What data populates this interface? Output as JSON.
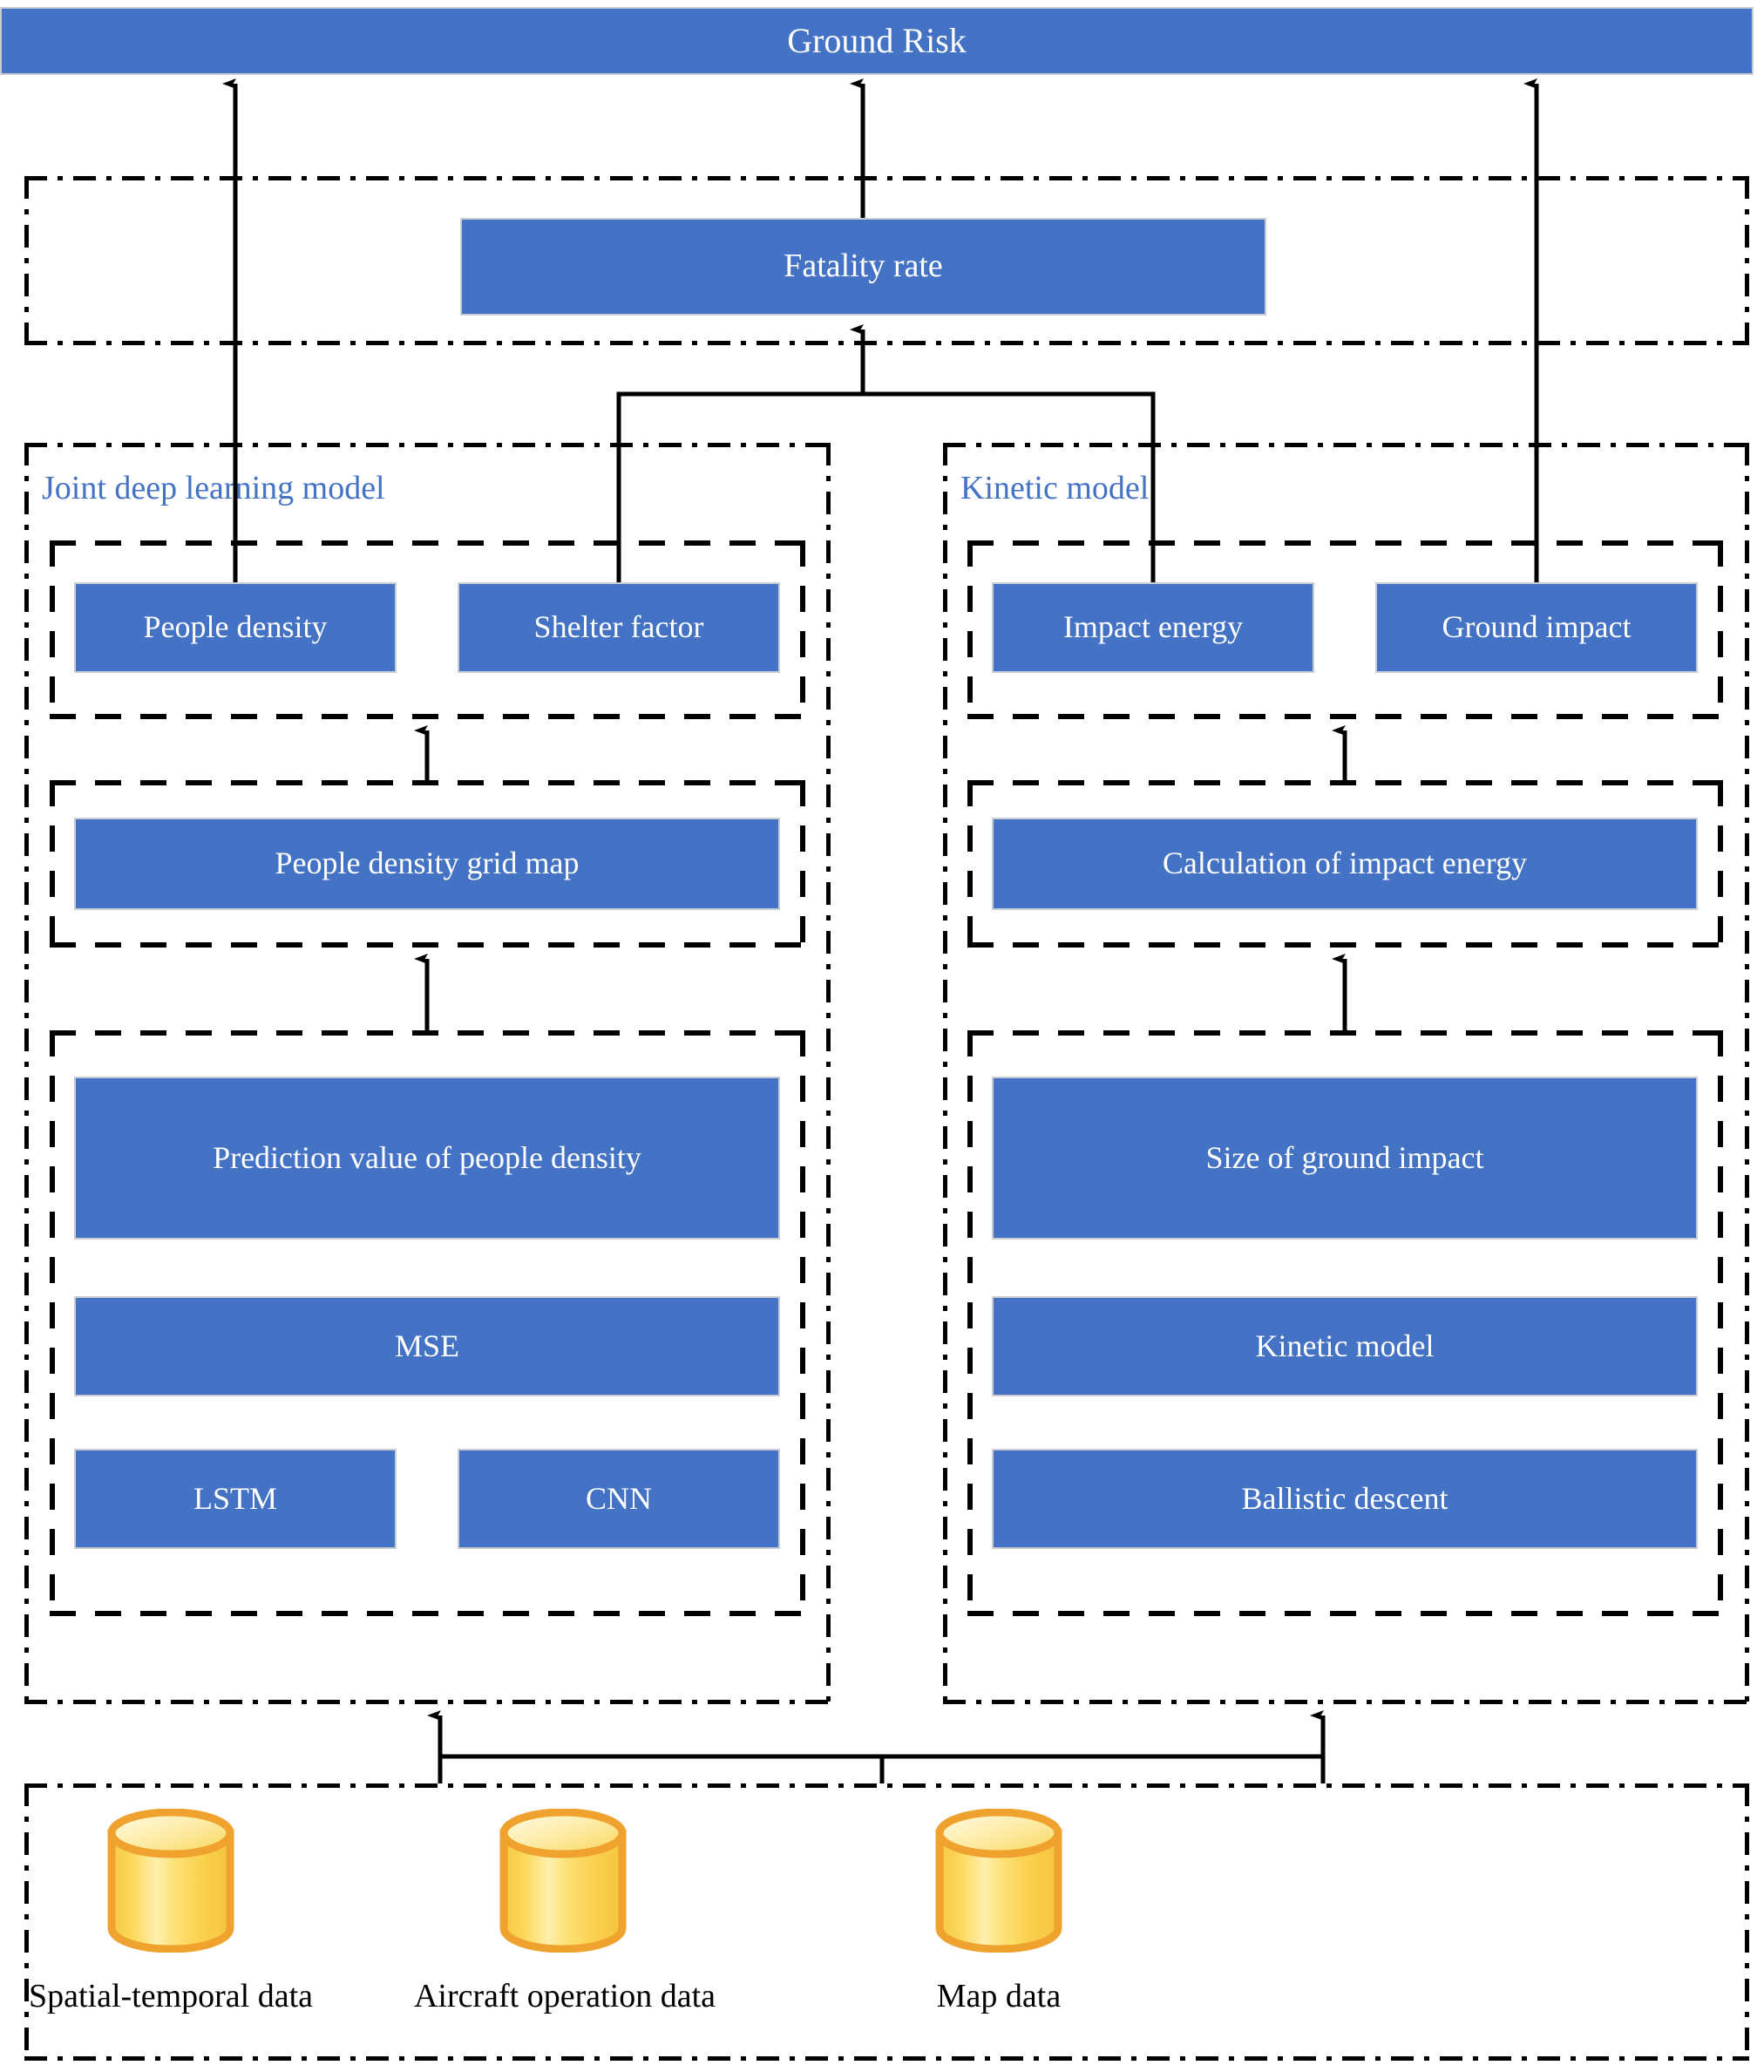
{
  "diagram": {
    "title": "Ground Risk assessment framework",
    "colors": {
      "box_fill": "#4472C4",
      "box_text": "#FFFFFF",
      "group_label": "#4472C4",
      "line": "#000000",
      "cylinder_stroke": "#F0A22E",
      "cylinder_fill_light": "#FFF3B8",
      "cylinder_fill_mid": "#FCD34A"
    }
  },
  "top": {
    "ground_risk": "Ground Risk"
  },
  "fatality_section": {
    "fatality_rate": "Fatality rate"
  },
  "left_column": {
    "group_label": "Joint deep learning model",
    "outputs": [
      {
        "label": "People density"
      },
      {
        "label": "Shelter factor"
      }
    ],
    "middle": {
      "label": "People density grid map"
    },
    "bottom": [
      {
        "label": "Prediction value of people density"
      },
      {
        "label": "MSE"
      },
      {
        "label": "LSTM"
      },
      {
        "label": "CNN"
      }
    ]
  },
  "right_column": {
    "group_label": "Kinetic model",
    "outputs": [
      {
        "label": "Impact energy"
      },
      {
        "label": "Ground impact"
      }
    ],
    "middle": {
      "label": "Calculation of impact energy"
    },
    "bottom": [
      {
        "label": "Size of ground impact"
      },
      {
        "label": "Kinetic model"
      },
      {
        "label": "Ballistic descent"
      }
    ]
  },
  "data_sources": {
    "items": [
      {
        "label": "Spatial-temporal data",
        "icon": "database-cylinder-icon"
      },
      {
        "label": "Aircraft operation data",
        "icon": "database-cylinder-icon"
      },
      {
        "label": "Map data",
        "icon": "database-cylinder-icon"
      }
    ]
  }
}
